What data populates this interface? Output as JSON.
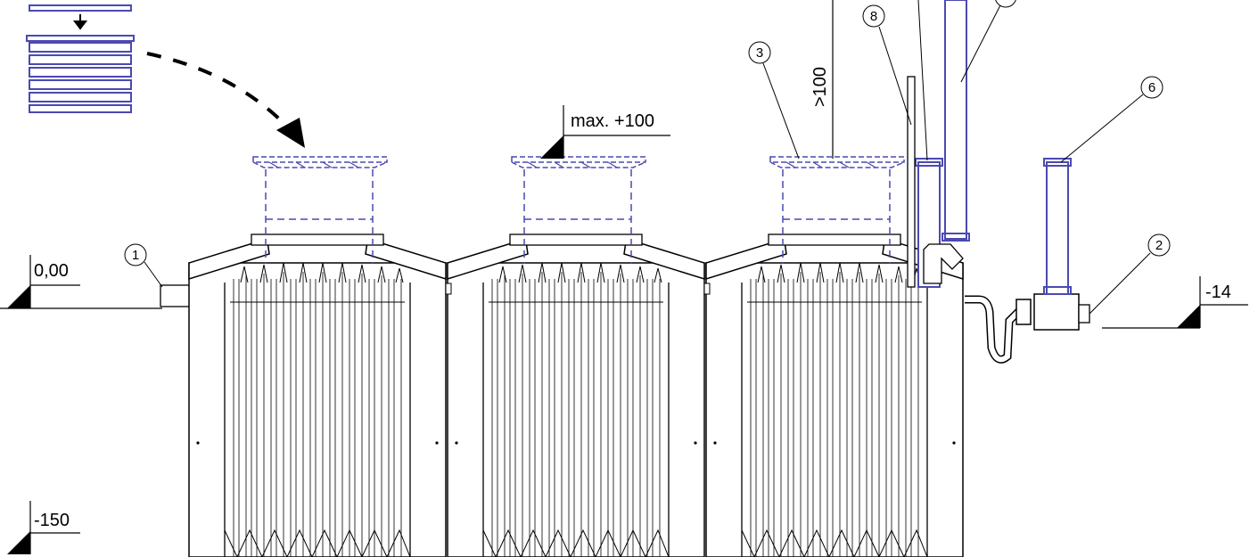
{
  "levels": {
    "ground": "0,00",
    "max_cover": "max. +100",
    "outlet": "-14",
    "bottom": "-150",
    "min_height": ">100"
  },
  "callouts": {
    "c1": "1",
    "c2": "2",
    "c3": "3",
    "c6": "6",
    "c8": "8"
  },
  "colors": {
    "line": "#000000",
    "accent": "#4a4ab0"
  }
}
